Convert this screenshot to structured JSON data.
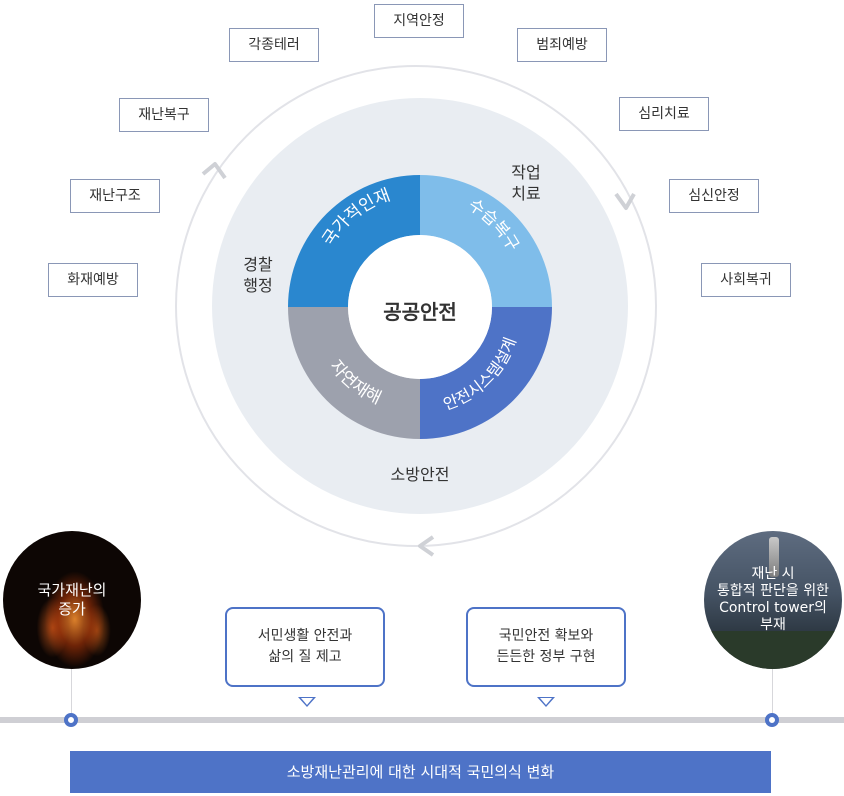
{
  "tags": {
    "regional_stability": "지역안정",
    "various_terror": "각종테러",
    "crime_prevention": "범죄예방",
    "disaster_recovery": "재난복구",
    "psych_therapy": "심리치료",
    "disaster_rescue": "재난구조",
    "mental_stability": "심신안정",
    "fire_prevention": "화재예방",
    "social_return": "사회복귀"
  },
  "ring_labels": {
    "work_therapy_line1": "작업",
    "work_therapy_line2": "치료",
    "police_admin_line1": "경찰",
    "police_admin_line2": "행정",
    "fire_safety": "소방안전"
  },
  "segments": {
    "national_disaster": "국가적인재",
    "recovery": "수습복구",
    "natural_disaster": "자연재해",
    "safety_system": "안전시스템설계"
  },
  "center": "공공안전",
  "circles": {
    "left_line1": "국가재난의",
    "left_line2": "증가",
    "right_line1": "재난 시",
    "right_line2": "통합적 판단을 위한",
    "right_line3": "Control tower의",
    "right_line4": "부재"
  },
  "bubbles": {
    "left_line1": "서민생활 안전과",
    "left_line2": "삶의 질 제고",
    "right_line1": "국민안전 확보와",
    "right_line2": "든든한 정부 구현"
  },
  "bottom_bar": "소방재난관리에 대한 시대적 국민의식 변화",
  "colors": {
    "seg_national": "#2a87cf",
    "seg_recovery": "#7fbdea",
    "seg_natural": "#9da1ad",
    "seg_system": "#4e73c7",
    "inner_disc": "#e9edf2",
    "accent": "#4e73c7"
  }
}
